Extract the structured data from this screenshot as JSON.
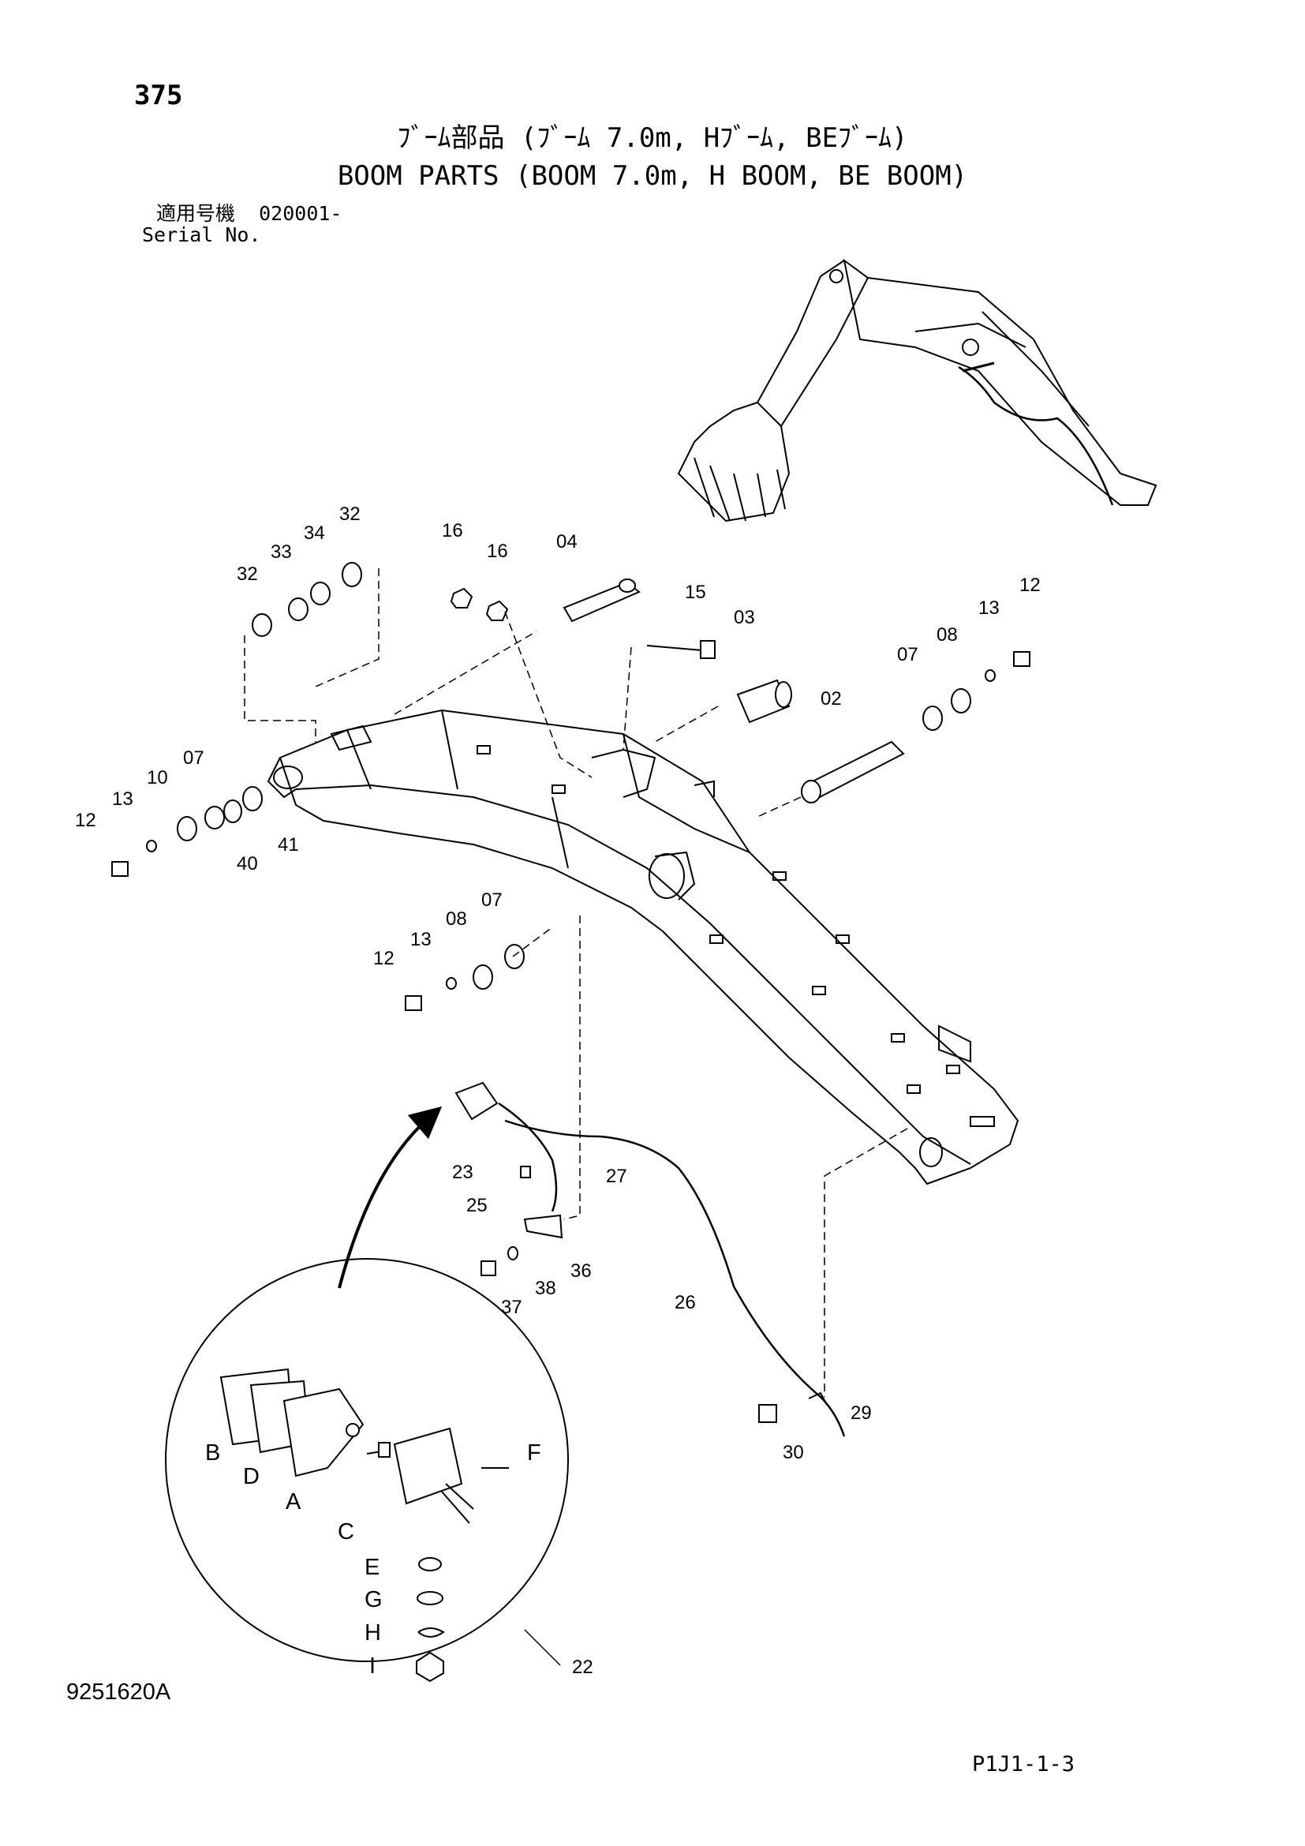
{
  "page_number": "375",
  "title_jp": "ﾌﾞｰﾑ部品 (ﾌﾞｰﾑ 7.0m, Hﾌﾞｰﾑ, BEﾌﾞｰﾑ)",
  "title_en": "BOOM PARTS (BOOM 7.0m, H BOOM, BE BOOM)",
  "serial_label_jp": "適用号機",
  "serial_value": "020001-",
  "serial_label_en": "Serial No.",
  "drawing_code": "9251620A",
  "page_ref": "P1J1-1-3",
  "callouts": {
    "c32a": "32",
    "c33": "33",
    "c34": "34",
    "c32b": "32",
    "c16a": "16",
    "c16b": "16",
    "c04": "04",
    "c15": "15",
    "c03": "03",
    "c02": "02",
    "c07a": "07",
    "c08a": "08",
    "c13a": "13",
    "c12a": "12",
    "c07b": "07",
    "c10": "10",
    "c13b": "13",
    "c12b": "12",
    "c40": "40",
    "c41": "41",
    "c07c": "07",
    "c08b": "08",
    "c13c": "13",
    "c12c": "12",
    "c23": "23",
    "c27": "27",
    "c25": "25",
    "c36": "36",
    "c38": "38",
    "c37": "37",
    "c26": "26",
    "c29": "29",
    "c30": "30",
    "c22": "22"
  },
  "lamp_letters": [
    "B",
    "D",
    "A",
    "C",
    "F",
    "E",
    "G",
    "H",
    "I"
  ]
}
